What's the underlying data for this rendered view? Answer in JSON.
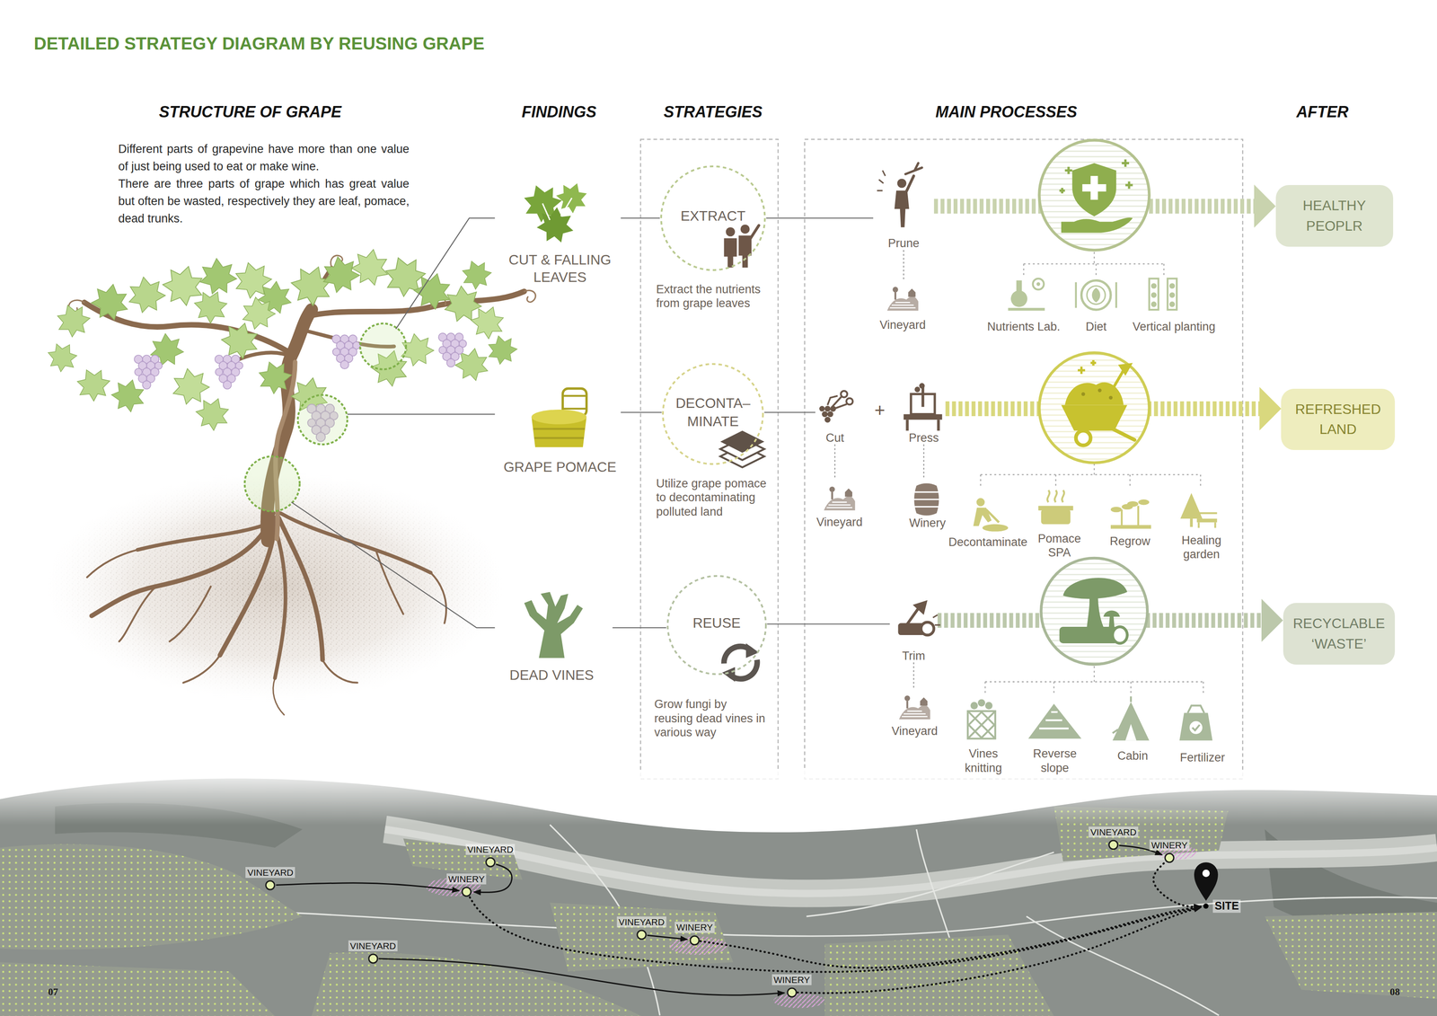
{
  "diagram": {
    "title": "DETAILED STRATEGY DIAGRAM BY REUSING GRAPE",
    "nodes": [
      {
        "text": [
          "CUT & FALLING LEAVES"
        ]
      },
      {
        "text": [
          "EXTRACT",
          "Extract the nutrients from grape leaves"
        ]
      },
      {
        "text": [
          "Prune"
        ]
      },
      {
        "text": [
          "Vineyard"
        ]
      },
      {
        "text": [
          "HEALTHY PEOPLR"
        ]
      },
      {
        "text": [
          "GRAPE POMACE"
        ]
      },
      {
        "text": [
          "DECONTA– MINATE",
          "Utilize grape pomace to decontaminating polluted land"
        ]
      },
      {
        "text": [
          "Cut"
        ]
      },
      {
        "text": [
          "Vineyard"
        ]
      },
      {
        "text": [
          "Press"
        ]
      },
      {
        "text": [
          "Winery"
        ]
      },
      {
        "text": [
          "REFRESHED LAND"
        ]
      },
      {
        "text": [
          "DEAD VINES"
        ]
      },
      {
        "text": [
          "REUSE",
          "Grow fungi by reusing dead vines in various way"
        ]
      },
      {
        "text": [
          "Trim"
        ]
      },
      {
        "text": [
          "Vineyard"
        ]
      },
      {
        "text": [
          "RECYCLABLE ‘WASTE’"
        ]
      },
      {
        "text": [
          "VINEYARD"
        ]
      },
      {
        "text": [
          "WINERY"
        ]
      },
      {
        "text": [
          "VINEYARD"
        ]
      },
      {
        "text": [
          "VINEYARD"
        ]
      },
      {
        "text": [
          "VINEYARD"
        ]
      },
      {
        "text": [
          "WINERY"
        ]
      },
      {
        "text": [
          "WINERY"
        ]
      },
      {
        "text": [
          "VINEYARD"
        ]
      },
      {
        "text": [
          "WINERY"
        ]
      },
      {
        "text": [
          "SITE"
        ]
      }
    ],
    "edges": [
      {
        "from": 0,
        "to": 1,
        "arrow": "none"
      },
      {
        "from": 1,
        "to": 2,
        "arrow": "none"
      },
      {
        "from": 2,
        "to": 3,
        "arrow": "none"
      },
      {
        "from": 2,
        "to": 4,
        "arrow": "to"
      },
      {
        "from": 5,
        "to": 6,
        "arrow": "none"
      },
      {
        "from": 6,
        "to": 7,
        "arrow": "none"
      },
      {
        "from": 7,
        "to": 8,
        "arrow": "none"
      },
      {
        "from": 9,
        "to": 10,
        "arrow": "none"
      },
      {
        "from": 9,
        "to": 11,
        "arrow": "to"
      },
      {
        "from": 12,
        "to": 13,
        "arrow": "none"
      },
      {
        "from": 13,
        "to": 14,
        "arrow": "none"
      },
      {
        "from": 14,
        "to": 15,
        "arrow": "none"
      },
      {
        "from": 14,
        "to": 16,
        "arrow": "to"
      },
      {
        "from": 17,
        "to": 18,
        "arrow": "to"
      },
      {
        "from": 19,
        "to": 18,
        "arrow": "to"
      },
      {
        "from": 20,
        "to": 23,
        "arrow": "to"
      },
      {
        "from": 21,
        "to": 22,
        "arrow": "to"
      },
      {
        "from": 24,
        "to": 25,
        "arrow": "to"
      },
      {
        "from": 18,
        "to": 26,
        "arrow": "to"
      },
      {
        "from": 22,
        "to": 26,
        "arrow": "to"
      },
      {
        "from": 23,
        "to": 26,
        "arrow": "to"
      },
      {
        "from": 25,
        "to": 26,
        "arrow": "to"
      }
    ],
    "labels": [
      "STRUCTURE OF GRAPE",
      "FINDINGS",
      "STRATEGIES",
      "MAIN PROCESSES",
      "AFTER",
      "Different parts of grapevine have more than one value of just being used to eat or make wine.",
      "There are three parts of grape which has great value but often be wasted, respectively they are leaf, pomace, dead trunks.",
      "Nutrients Lab.",
      "Diet",
      "Vertical planting",
      "+",
      "Decontaminate",
      "Pomace SPA",
      "Regrow",
      "Healing garden",
      "Vines knitting",
      "Reverse slope",
      "Cabin",
      "Fertilizer",
      "07",
      "08"
    ]
  }
}
